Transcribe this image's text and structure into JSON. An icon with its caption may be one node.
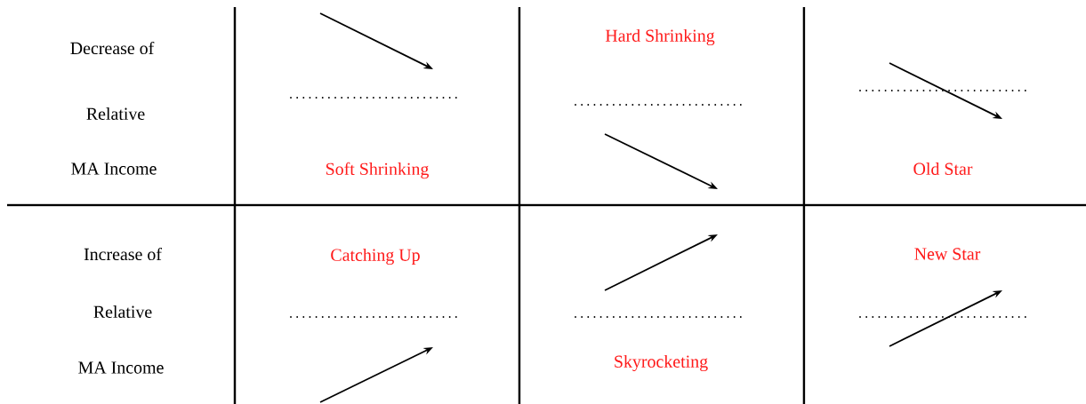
{
  "diagram": {
    "labels": [
      "Decrease of",
      "Relative",
      "MA Income",
      "Soft Shrinking",
      "Hard Shrinking",
      "Old Star",
      "Increase of",
      "Relative",
      "MA Income",
      "Catching Up",
      "Skyrocketing",
      "New Star"
    ]
  }
}
